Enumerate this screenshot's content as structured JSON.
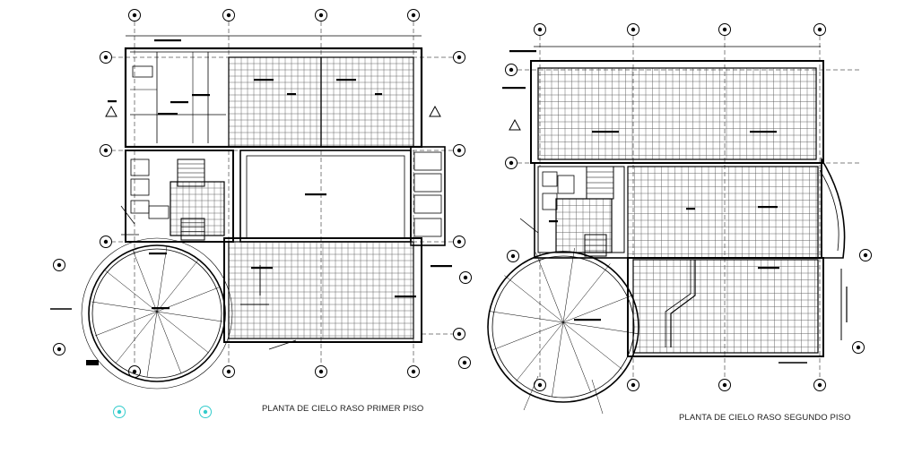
{
  "drawing": {
    "background": "#ffffff",
    "line_color": "#000000",
    "grid_color": "#555555",
    "accent_color": "#33cccc"
  },
  "plans": [
    {
      "id": "primer-piso",
      "title": "PLANTA DE CIELO RASO PRIMER PISO"
    },
    {
      "id": "segundo-piso",
      "title": "PLANTA DE CIELO RASO SEGUNDO PISO"
    }
  ]
}
